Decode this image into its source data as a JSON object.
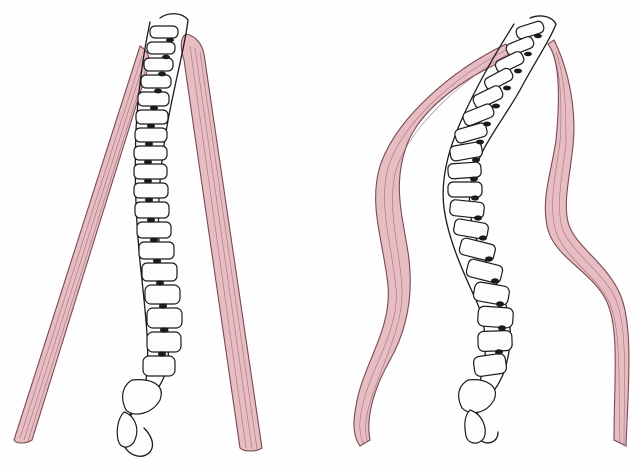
{
  "figure": {
    "panels": [
      {
        "name": "left-panel",
        "spine": "curved-spine",
        "muscles": [
          "long-straight-muscle",
          "long-straight-muscle"
        ]
      },
      {
        "name": "right-panel",
        "spine": "curved-spine",
        "muscles": [
          "s-curved-muscle",
          "s-curved-muscle"
        ]
      }
    ],
    "colors": {
      "muscle_fill": "#e7bcc3",
      "muscle_stroke": "#7a4a52",
      "bone_fill": "#fdfdfd",
      "ink": "#1b1b1b",
      "background": "#fefefe"
    }
  }
}
